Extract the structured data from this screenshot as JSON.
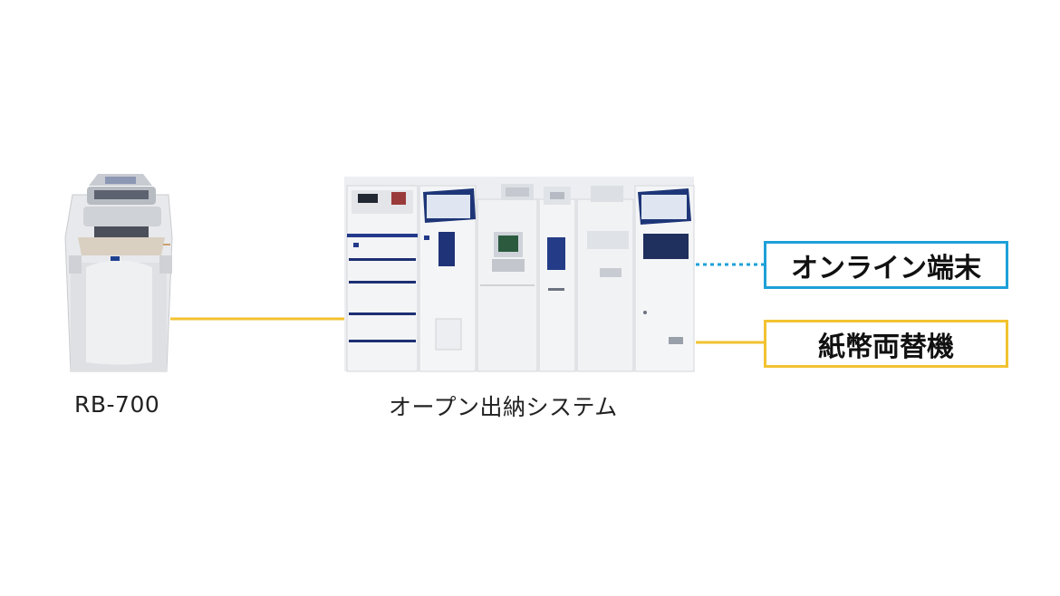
{
  "devices": {
    "rb700": {
      "caption": "RB-700"
    },
    "open_system": {
      "caption": "オープン出納システム"
    }
  },
  "labels": {
    "online_terminal": {
      "text": "オンライン端末",
      "color": "#1ea0d8"
    },
    "note_exchanger": {
      "text": "紙幣両替機",
      "color": "#f2c230"
    }
  },
  "connectors": {
    "rb700_link_color": "#f2c230",
    "online_link_color": "#1ea0d8",
    "exchanger_link_color": "#f2c230",
    "online_link_style": "dotted"
  }
}
